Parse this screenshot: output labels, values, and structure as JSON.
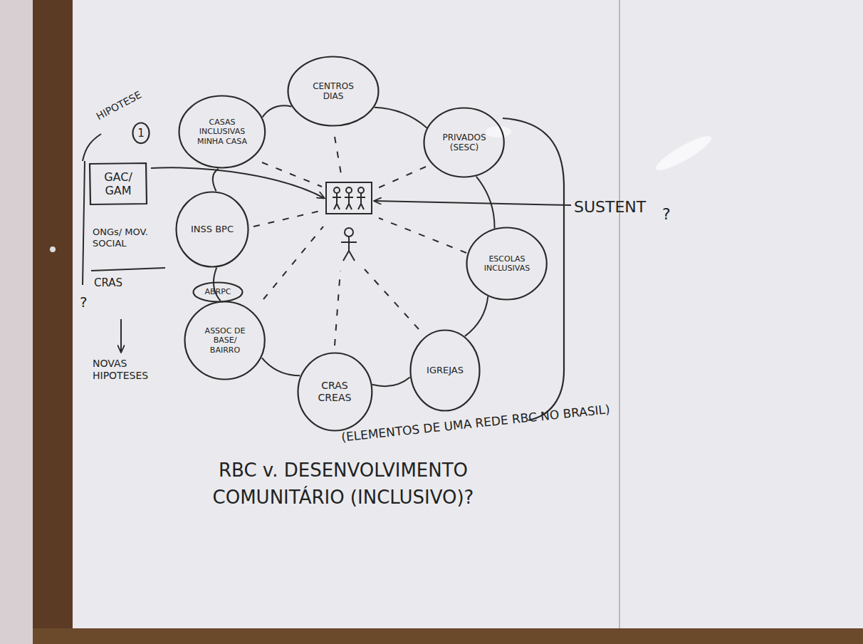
{
  "diagram": {
    "title": "RBC v. DESENVOLVIMENTO COMUNITÁRIO (INCLUSIVO)?",
    "nodes": [
      {
        "text": [
          "CENTROS DIAS"
        ]
      },
      {
        "text": [
          "CASAS INCLUSIVAS MINHA CASA"
        ]
      },
      {
        "text": [
          "PRIVADOS (SESC)"
        ]
      },
      {
        "text": [
          "1"
        ]
      },
      {
        "text": [
          "GAC/ GAM"
        ]
      },
      {
        "text": [
          "INSS BPC"
        ]
      },
      {
        "text": [
          "ESCOLAS INCLUSIVAS"
        ]
      },
      {
        "text": [
          "ABRPC"
        ]
      },
      {
        "text": [
          "ASSOC DE BASE/ BAIRRO"
        ]
      },
      {
        "text": [
          "IGREJAS"
        ]
      },
      {
        "text": [
          "CRAS CREAS"
        ]
      }
    ],
    "edges": [
      {
        "from": 1,
        "to": 0,
        "arrow": "none"
      },
      {
        "from": 0,
        "to": 2,
        "arrow": "none"
      },
      {
        "from": 2,
        "to": 6,
        "arrow": "none"
      },
      {
        "from": 6,
        "to": 9,
        "arrow": "none"
      },
      {
        "from": 9,
        "to": 10,
        "arrow": "none"
      },
      {
        "from": 10,
        "to": 8,
        "arrow": "none"
      },
      {
        "from": 8,
        "to": 5,
        "arrow": "none"
      },
      {
        "from": 5,
        "to": 1,
        "arrow": "none"
      }
    ],
    "labels": [
      "HIPOTESE",
      "ONGs/ MOV. SOCIAL",
      "CRAS",
      "?",
      "NOVAS HIPOTESES",
      "SUSTENT",
      "?",
      "(ELEMENTOS DE UMA REDE RBC NO BRASIL)"
    ]
  }
}
